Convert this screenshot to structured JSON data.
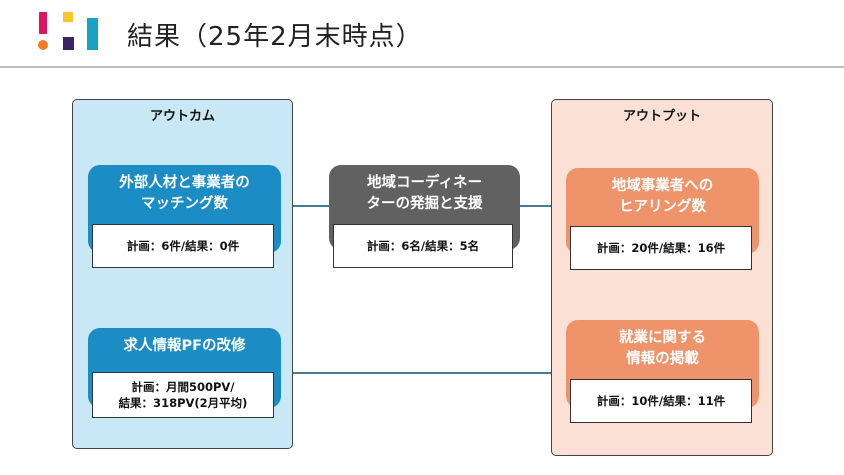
{
  "header": {
    "title": "結果（25年2月末時点）"
  },
  "colors": {
    "outcome_bg": "#c8e8f6",
    "outcome_card": "#1b8cc4",
    "output_bg": "#fbe1d5",
    "output_card": "#ef936a",
    "middle_card": "#616161"
  },
  "outcome": {
    "label": "アウトカム",
    "items": [
      {
        "title": "外部人材と事業者の\nマッチング数",
        "result": "計画：6件/結果：0件"
      },
      {
        "title": "求人情報PFの改修",
        "result": "計画：月間500PV/\n結果：318PV(2月平均)"
      }
    ]
  },
  "middle": {
    "title": "地域コーディネー\nターの発掘と支援",
    "result": "計画：6名/結果：5名"
  },
  "output": {
    "label": "アウトプット",
    "items": [
      {
        "title": "地域事業者への\nヒアリング数",
        "result": "計画：20件/結果：16件"
      },
      {
        "title": "就業に関する\n情報の掲載",
        "result": "計画：10件/結果：11件"
      }
    ]
  }
}
